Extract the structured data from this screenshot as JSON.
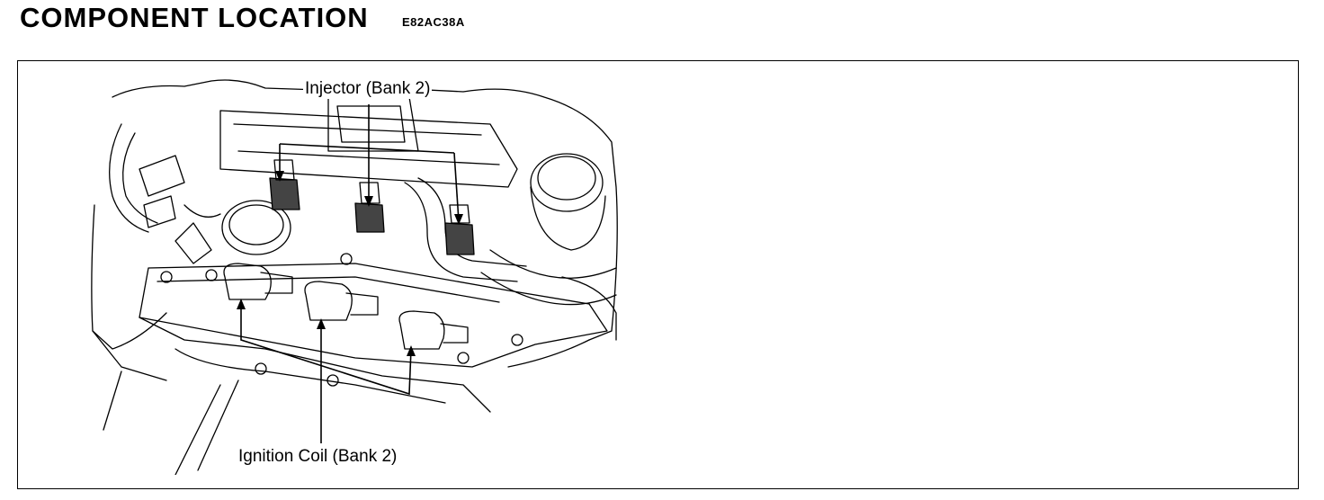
{
  "header": {
    "title": "COMPONENT LOCATION",
    "code": "E82AC38A"
  },
  "figure": {
    "labels": {
      "injector": "Injector (Bank 2)",
      "ignition_coil": "Ignition Coil (Bank 2)"
    }
  }
}
